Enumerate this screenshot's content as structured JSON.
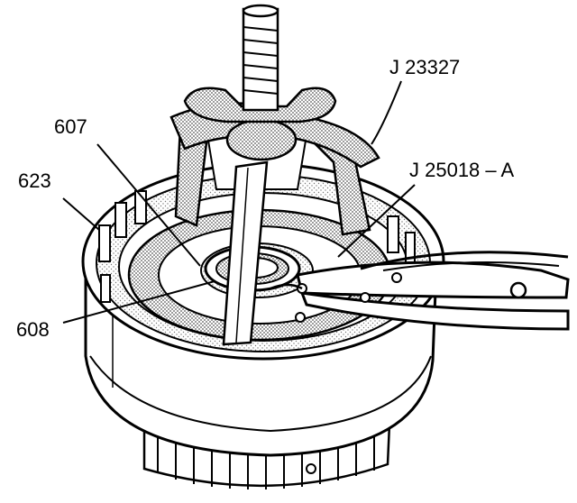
{
  "labels": {
    "tool_press": "J 23327",
    "tool_pliers": "J 25018 – A",
    "part_607": "607",
    "part_623": "623",
    "part_608": "608"
  },
  "colors": {
    "ink": "#000000",
    "paper": "#ffffff",
    "shade": "#b8b8b8"
  }
}
